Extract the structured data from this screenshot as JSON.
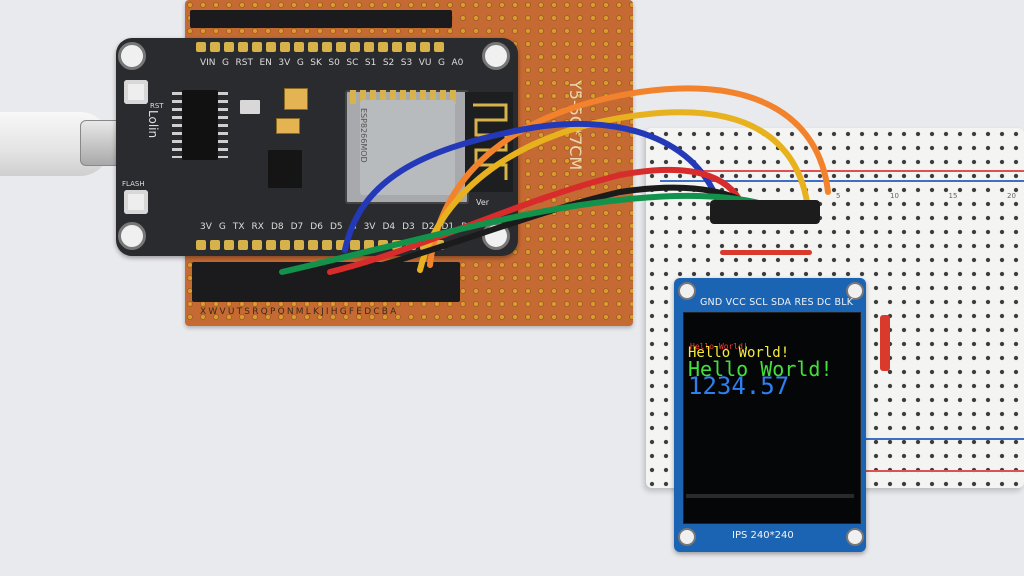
{
  "nodemcu": {
    "top_pin_labels": [
      "VIN",
      "G",
      "RST",
      "EN",
      "3V",
      "G",
      "SK",
      "S0",
      "SC",
      "S1",
      "S2",
      "S3",
      "VU",
      "G",
      "A0"
    ],
    "bottom_pin_labels": [
      "3V",
      "G",
      "TX",
      "RX",
      "D8",
      "D7",
      "D6",
      "D5",
      "G",
      "3V",
      "D4",
      "D3",
      "D2",
      "D1",
      "D0"
    ],
    "brand": "Lolin",
    "rst_label": "RST",
    "flash_label": "FLASH",
    "module_label": "ESP8266MOD",
    "ver_label": "Ver"
  },
  "perfboard": {
    "edge_letters": "XWVUTSRQPONMLKJIHGFEDCBA",
    "side_text": "Y5-5C*7CM"
  },
  "display": {
    "pin_labels": "GND VCC SCL SDA RES DC BLK",
    "caption": "IPS 240*240",
    "lines": [
      "Hello World!",
      "Hello World!",
      "Hello World!",
      "1234.57"
    ],
    "line_colors": [
      "#ff3b2f",
      "#f3ec3a",
      "#43e03c",
      "#2e7ff0"
    ]
  },
  "wire_colors": [
    "#f2832c",
    "#e8b21f",
    "#2439b8",
    "#d82b2b",
    "#1b1b1b",
    "#12924a"
  ],
  "breadboard": {
    "row_numbers": [
      "5",
      "10",
      "15",
      "20"
    ]
  }
}
